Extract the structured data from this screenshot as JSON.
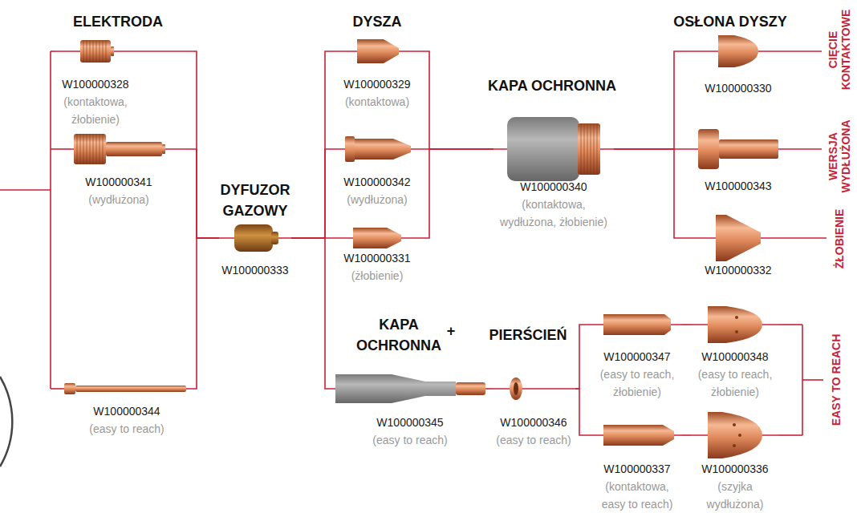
{
  "diagram": {
    "nodes": [
      {
        "text": [
          "W100000328",
          "(kontaktowa, żłobienie)"
        ]
      },
      {
        "text": [
          "W100000341",
          "(wydłużona)"
        ]
      },
      {
        "text": [
          "W100000344",
          "(easy to reach)"
        ]
      },
      {
        "text": [
          "W100000333"
        ]
      },
      {
        "text": [
          "W100000329",
          "(kontaktowa)"
        ]
      },
      {
        "text": [
          "W100000342",
          "(wydłużona)"
        ]
      },
      {
        "text": [
          "W100000331",
          "(żłobienie)"
        ]
      },
      {
        "text": [
          "W100000340",
          "(kontaktowa, wydłużona, żłobienie)"
        ]
      },
      {
        "text": [
          "W100000330"
        ]
      },
      {
        "text": [
          "W100000343"
        ]
      },
      {
        "text": [
          "W100000332"
        ]
      },
      {
        "text": [
          "W100000345",
          "(easy to reach)"
        ]
      },
      {
        "text": [
          "W100000346",
          "(easy to reach)"
        ]
      },
      {
        "text": [
          "W100000347",
          "(easy to reach, żłobienie)"
        ]
      },
      {
        "text": [
          "W100000348",
          "(easy to reach, żłobienie)"
        ]
      },
      {
        "text": [
          "W100000337",
          "(kontaktowa, easy to reach)"
        ]
      },
      {
        "text": [
          "W100000336",
          "(szyjka wydłużona)"
        ]
      }
    ],
    "edges": [
      {
        "from": 0,
        "to": 3,
        "arrow": "none"
      },
      {
        "from": 1,
        "to": 3,
        "arrow": "none"
      },
      {
        "from": 2,
        "to": 3,
        "arrow": "none"
      },
      {
        "from": 3,
        "to": 4,
        "arrow": "none"
      },
      {
        "from": 3,
        "to": 5,
        "arrow": "none"
      },
      {
        "from": 3,
        "to": 6,
        "arrow": "none"
      },
      {
        "from": 3,
        "to": 11,
        "arrow": "none"
      },
      {
        "from": 4,
        "to": 7,
        "arrow": "none"
      },
      {
        "from": 5,
        "to": 7,
        "arrow": "none"
      },
      {
        "from": 6,
        "to": 7,
        "arrow": "none"
      },
      {
        "from": 7,
        "to": 8,
        "arrow": "none"
      },
      {
        "from": 7,
        "to": 9,
        "arrow": "none"
      },
      {
        "from": 7,
        "to": 10,
        "arrow": "none"
      },
      {
        "from": 11,
        "to": 12,
        "arrow": "none"
      },
      {
        "from": 12,
        "to": 13,
        "arrow": "none"
      },
      {
        "from": 12,
        "to": 15,
        "arrow": "none"
      },
      {
        "from": 13,
        "to": 14,
        "arrow": "none"
      },
      {
        "from": 15,
        "to": 16,
        "arrow": "none"
      }
    ],
    "labels": [
      "ELEKTRODA",
      "DYSZA",
      "KAPA OCHRONNA",
      "OSŁONA DYSZY",
      "CIĘCIE KONTAKTOWE",
      "WERSJA WYDŁUŻONA",
      "DYFUZOR GAZOWY",
      "ŻŁOBIENIE",
      "KAPA OCHRONNA",
      "+",
      "PIERŚCIEŃ",
      "EASY TO REACH"
    ]
  }
}
